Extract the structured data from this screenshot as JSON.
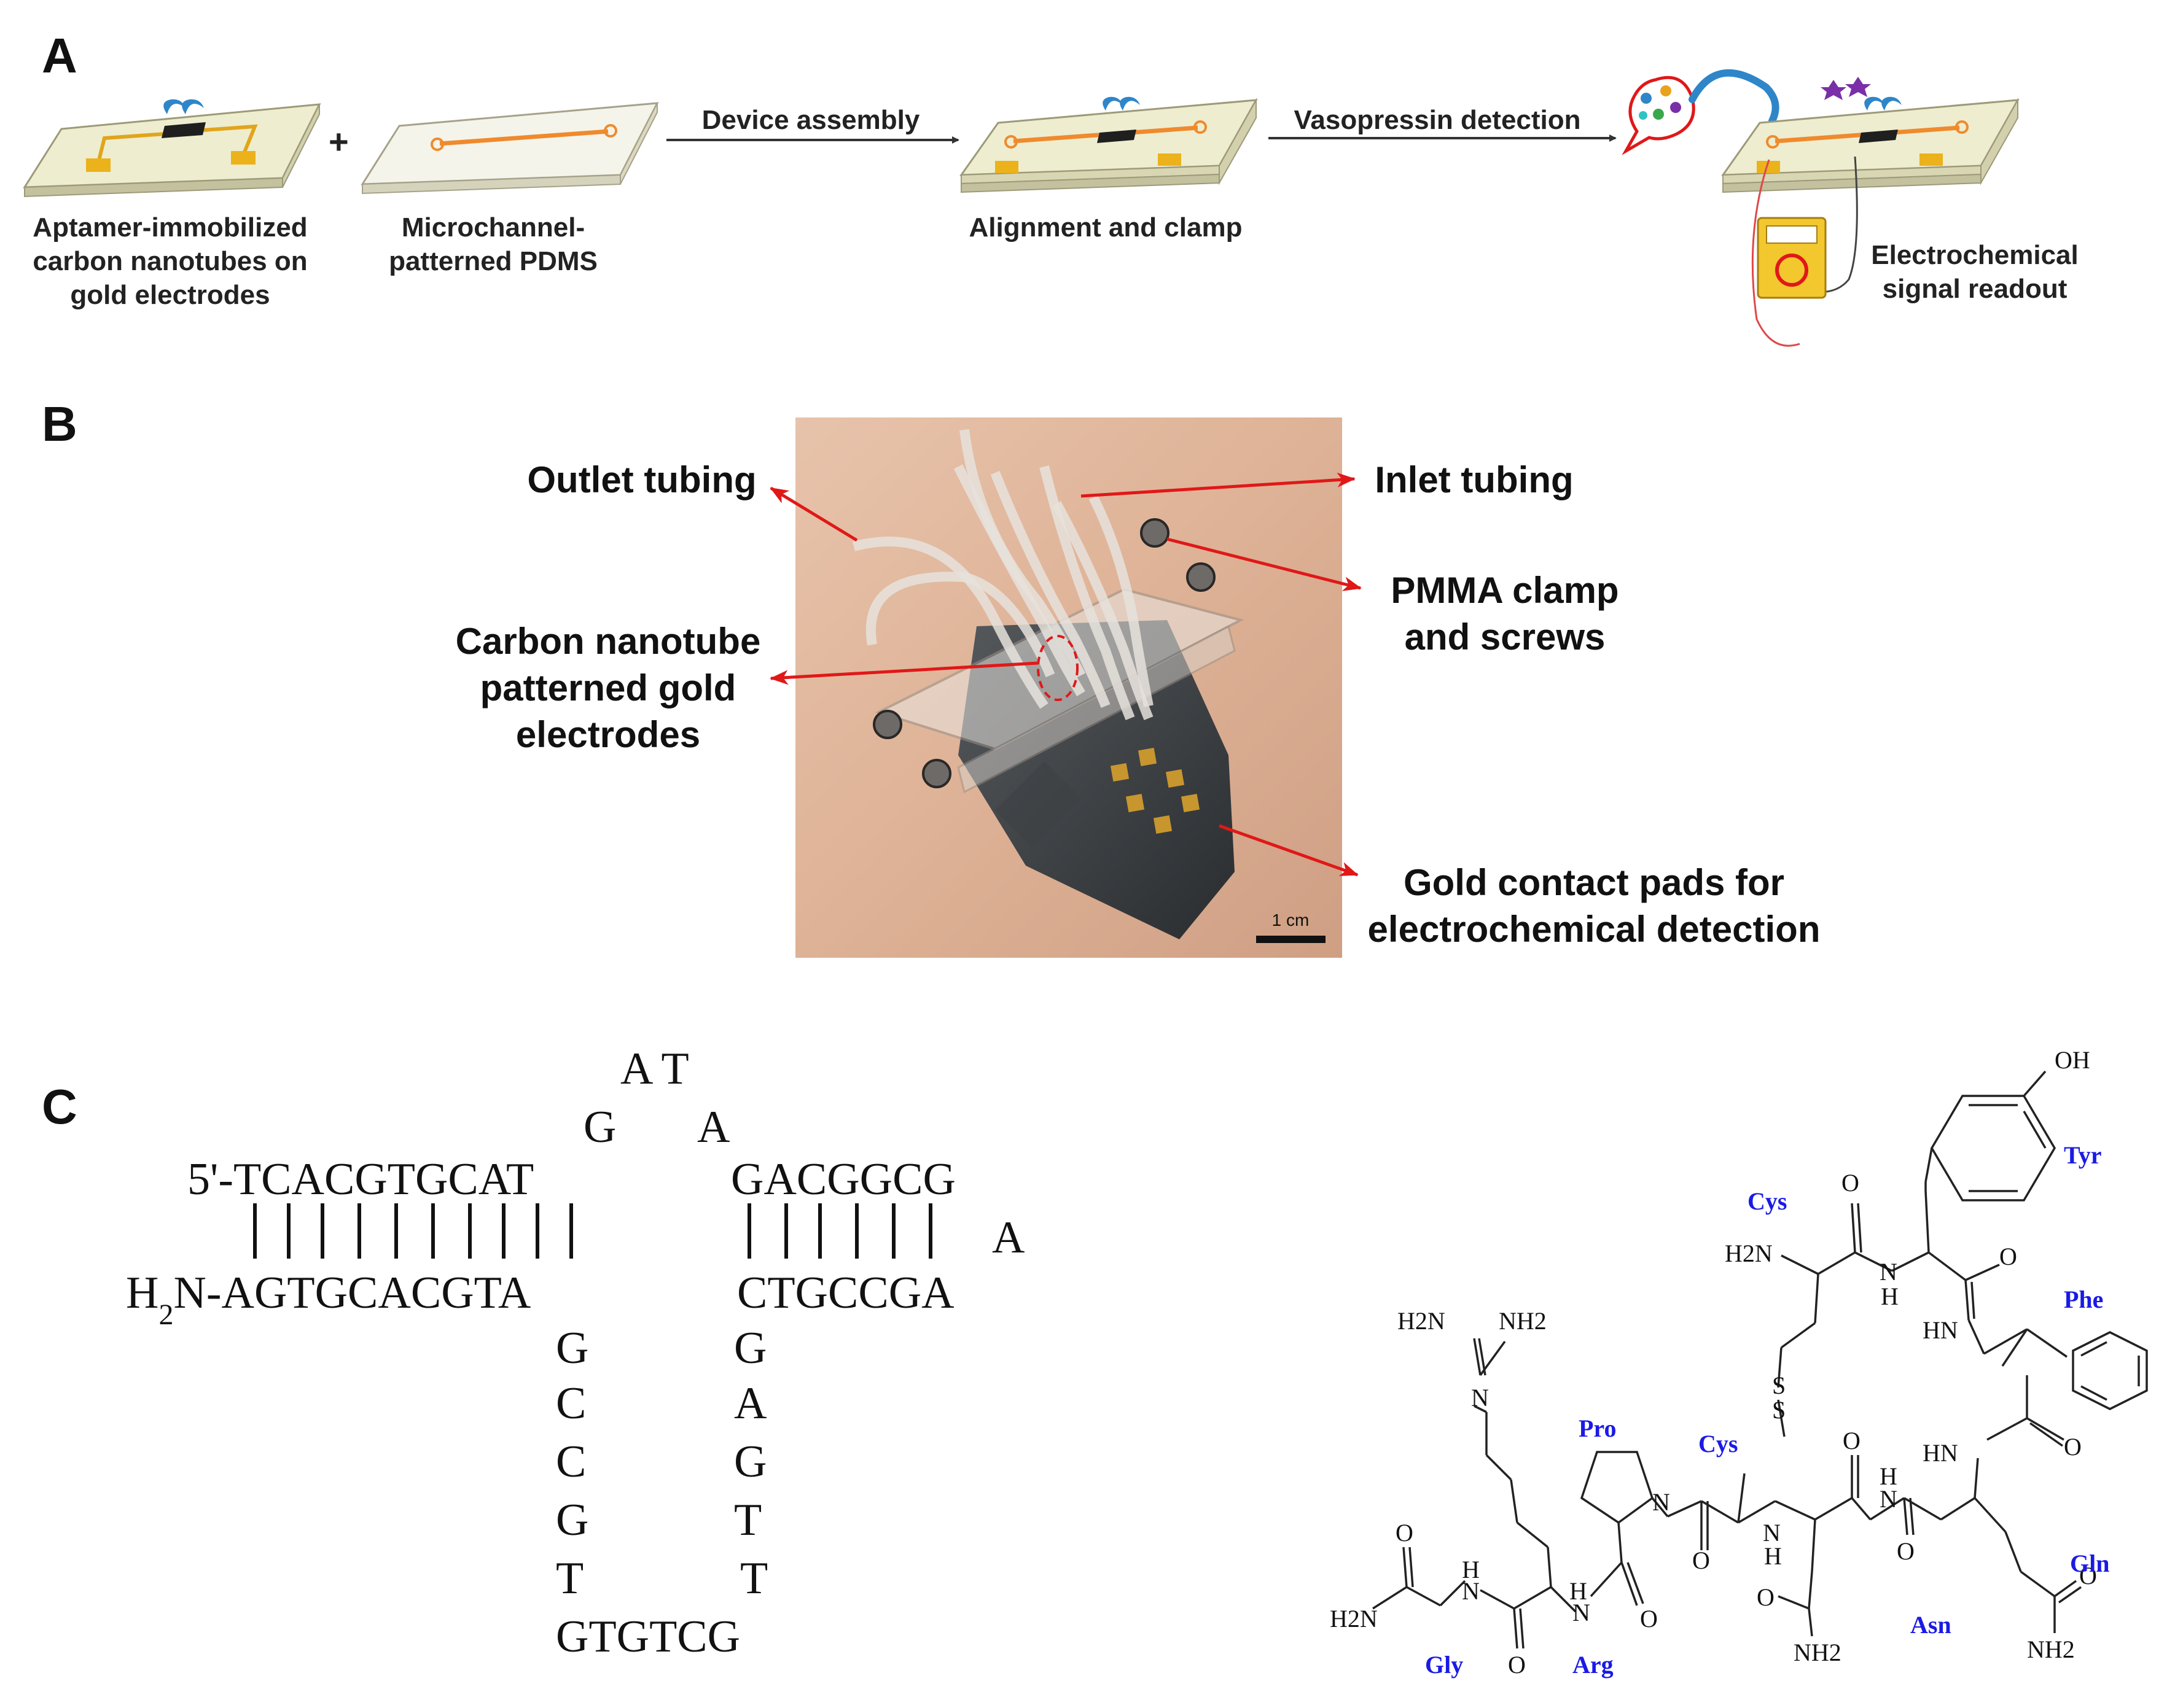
{
  "panels": {
    "a": "A",
    "b": "B",
    "c": "C"
  },
  "panel_a": {
    "captions": {
      "chip1_l1": "Aptamer-immobilized",
      "chip1_l2": "carbon nanotubes on",
      "chip1_l3": "gold electrodes",
      "chip2_l1": "Microchannel-",
      "chip2_l2": "patterned PDMS",
      "chip3": "Alignment and clamp",
      "readout_l1": "Electrochemical",
      "readout_l2": "signal readout"
    },
    "plus": "+",
    "arrow1_label": "Device assembly",
    "arrow2_label": "Vasopressin detection"
  },
  "panel_b": {
    "labels": {
      "outlet": "Outlet tubing",
      "inlet": "Inlet tubing",
      "clamp_l1": "PMMA clamp",
      "clamp_l2": "and screws",
      "cnt_l1": "Carbon nanotube",
      "cnt_l2": "patterned gold",
      "cnt_l3": "electrodes",
      "pads_l1": "Gold contact pads for",
      "pads_l2": "electrochemical detection"
    },
    "scale_bar": "1 cm"
  },
  "panel_c": {
    "aptamer": {
      "loop_top": "A T",
      "loop_g": "G",
      "loop_a": "A",
      "top_left": "5'-TCACGTGCAT",
      "top_right": "GACGGCG",
      "right_a": "A",
      "bottom_left_prefix": "H",
      "bottom_left_sub": "2",
      "bottom_left_rest": "N-AGTGCACGTA",
      "bottom_right": "CTGCCGA",
      "left_stem": [
        "G",
        "C",
        "C",
        "G",
        "T"
      ],
      "right_stem": [
        "G",
        "A",
        "G",
        "T",
        "T"
      ],
      "bottom_loop": "GTGTCG"
    },
    "residues": {
      "cys1": "Cys",
      "tyr": "Tyr",
      "phe": "Phe",
      "gln": "Gln",
      "asn": "Asn",
      "cys2": "Cys",
      "pro": "Pro",
      "arg": "Arg",
      "gly": "Gly"
    },
    "atoms": {
      "oh": "OH",
      "o": "O",
      "n": "N",
      "h": "H",
      "hn": "HN",
      "s": "S",
      "h2n": "H2N",
      "nh2": "NH2",
      "h2n_cys": "H2N"
    }
  }
}
